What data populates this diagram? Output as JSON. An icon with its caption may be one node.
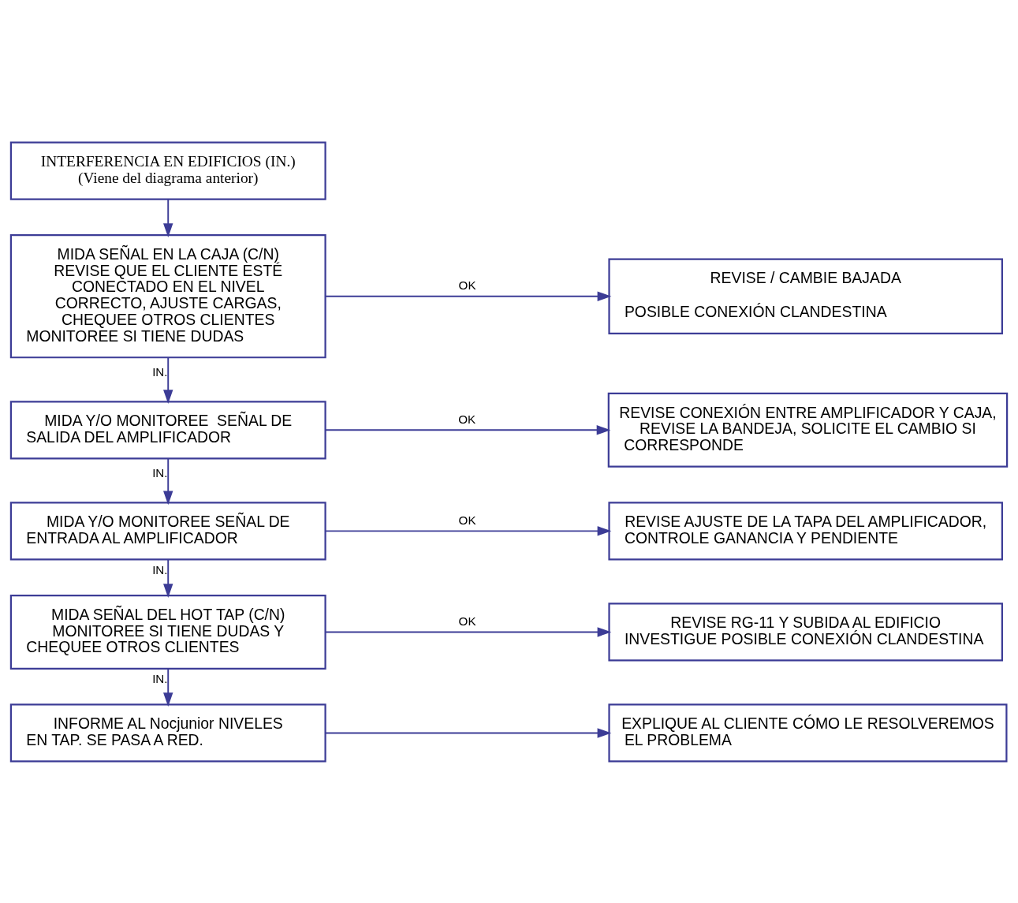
{
  "diagram": {
    "nodes": [
      {
        "text": [
          "INTERFERENCIA EN EDIFICIOS (IN.)",
          "(Viene del diagrama anterior)"
        ]
      },
      {
        "text": [
          "MIDA SEÑAL EN LA CAJA (C/N) REVISE QUE EL CLIENTE ESTÉ CONECTADO EN EL NIVEL CORRECTO, AJUSTE CARGAS, CHEQUEE OTROS CLIENTES MONITOREE SI TIENE DUDAS"
        ]
      },
      {
        "text": [
          "REVISE / CAMBIE BAJADA",
          "POSIBLE CONEXIÓN CLANDESTINA"
        ]
      },
      {
        "text": [
          "MIDA Y/O MONITOREE  SEÑAL DE SALIDA DEL AMPLIFICADOR"
        ]
      },
      {
        "text": [
          "REVISE CONEXIÓN ENTRE AMPLIFICADOR Y CAJA, REVISE LA BANDEJA, SOLICITE EL CAMBIO SI CORRESPONDE"
        ]
      },
      {
        "text": [
          "MIDA Y/O MONITOREE SEÑAL DE ENTRADA AL AMPLIFICADOR"
        ]
      },
      {
        "text": [
          "REVISE AJUSTE DE LA TAPA DEL AMPLIFICADOR, CONTROLE GANANCIA Y PENDIENTE"
        ]
      },
      {
        "text": [
          "MIDA SEÑAL DEL HOT TAP (C/N) MONITOREE SI TIENE DUDAS Y CHEQUEE OTROS CLIENTES"
        ]
      },
      {
        "text": [
          "REVISE RG-11 Y SUBIDA AL EDIFICIO INVESTIGUE POSIBLE CONEXIÓN CLANDESTINA"
        ]
      },
      {
        "text": [
          "INFORME AL Nocjunior NIVELES EN TAP. SE PASA A RED."
        ]
      },
      {
        "text": [
          "EXPLIQUE AL CLIENTE CÓMO LE RESOLVEREMOS EL PROBLEMA"
        ]
      }
    ],
    "edges": [
      {
        "from": 0,
        "to": 1,
        "arrow": "to"
      },
      {
        "from": 1,
        "to": 2,
        "arrow": "to",
        "label": "OK"
      },
      {
        "from": 1,
        "to": 3,
        "arrow": "to",
        "label": "IN."
      },
      {
        "from": 3,
        "to": 4,
        "arrow": "to",
        "label": "OK"
      },
      {
        "from": 3,
        "to": 5,
        "arrow": "to",
        "label": "IN."
      },
      {
        "from": 5,
        "to": 6,
        "arrow": "to",
        "label": "OK"
      },
      {
        "from": 5,
        "to": 7,
        "arrow": "to",
        "label": "IN."
      },
      {
        "from": 7,
        "to": 8,
        "arrow": "to",
        "label": "OK"
      },
      {
        "from": 7,
        "to": 9,
        "arrow": "to",
        "label": "IN."
      },
      {
        "from": 9,
        "to": 10,
        "arrow": "to"
      }
    ]
  }
}
